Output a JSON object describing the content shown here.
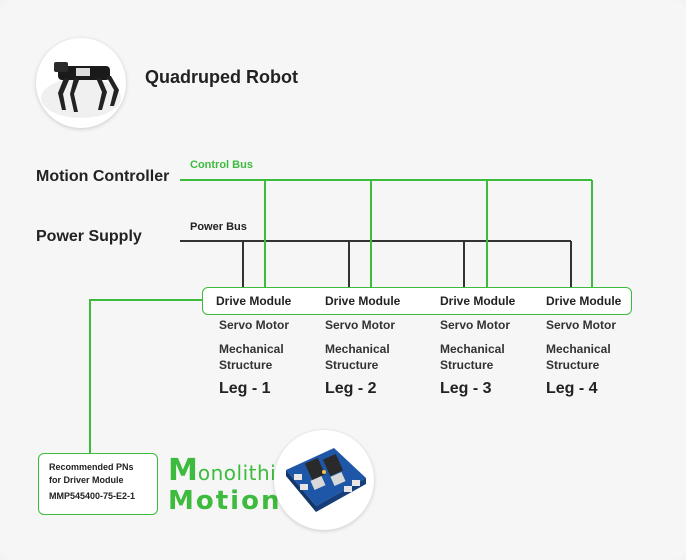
{
  "title": "Quadruped Robot",
  "rows": {
    "motion_controller": "Motion Controller",
    "power_supply": "Power Supply"
  },
  "buses": {
    "control": "Control Bus",
    "power": "Power Bus"
  },
  "legs": [
    {
      "drive": "Drive Module",
      "servo": "Servo Motor",
      "mech1": "Mechanical",
      "mech2": "Structure",
      "name": "Leg - 1"
    },
    {
      "drive": "Drive Module",
      "servo": "Servo Motor",
      "mech1": "Mechanical",
      "mech2": "Structure",
      "name": "Leg - 2"
    },
    {
      "drive": "Drive Module",
      "servo": "Servo Motor",
      "mech1": "Mechanical",
      "mech2": "Structure",
      "name": "Leg - 3"
    },
    {
      "drive": "Drive Module",
      "servo": "Servo Motor",
      "mech1": "Mechanical",
      "mech2": "Structure",
      "name": "Leg - 4"
    }
  ],
  "recommendation": {
    "line1": "Recommended PNs",
    "line2": "for Driver Module",
    "part_number": "MMP545400-75-E2-1"
  },
  "logo": {
    "m1": "M",
    "rest1": "onolithic",
    "m2": "M",
    "rest2": "otion"
  },
  "colors": {
    "green": "#3dbb3d",
    "power_line": "#333333"
  }
}
